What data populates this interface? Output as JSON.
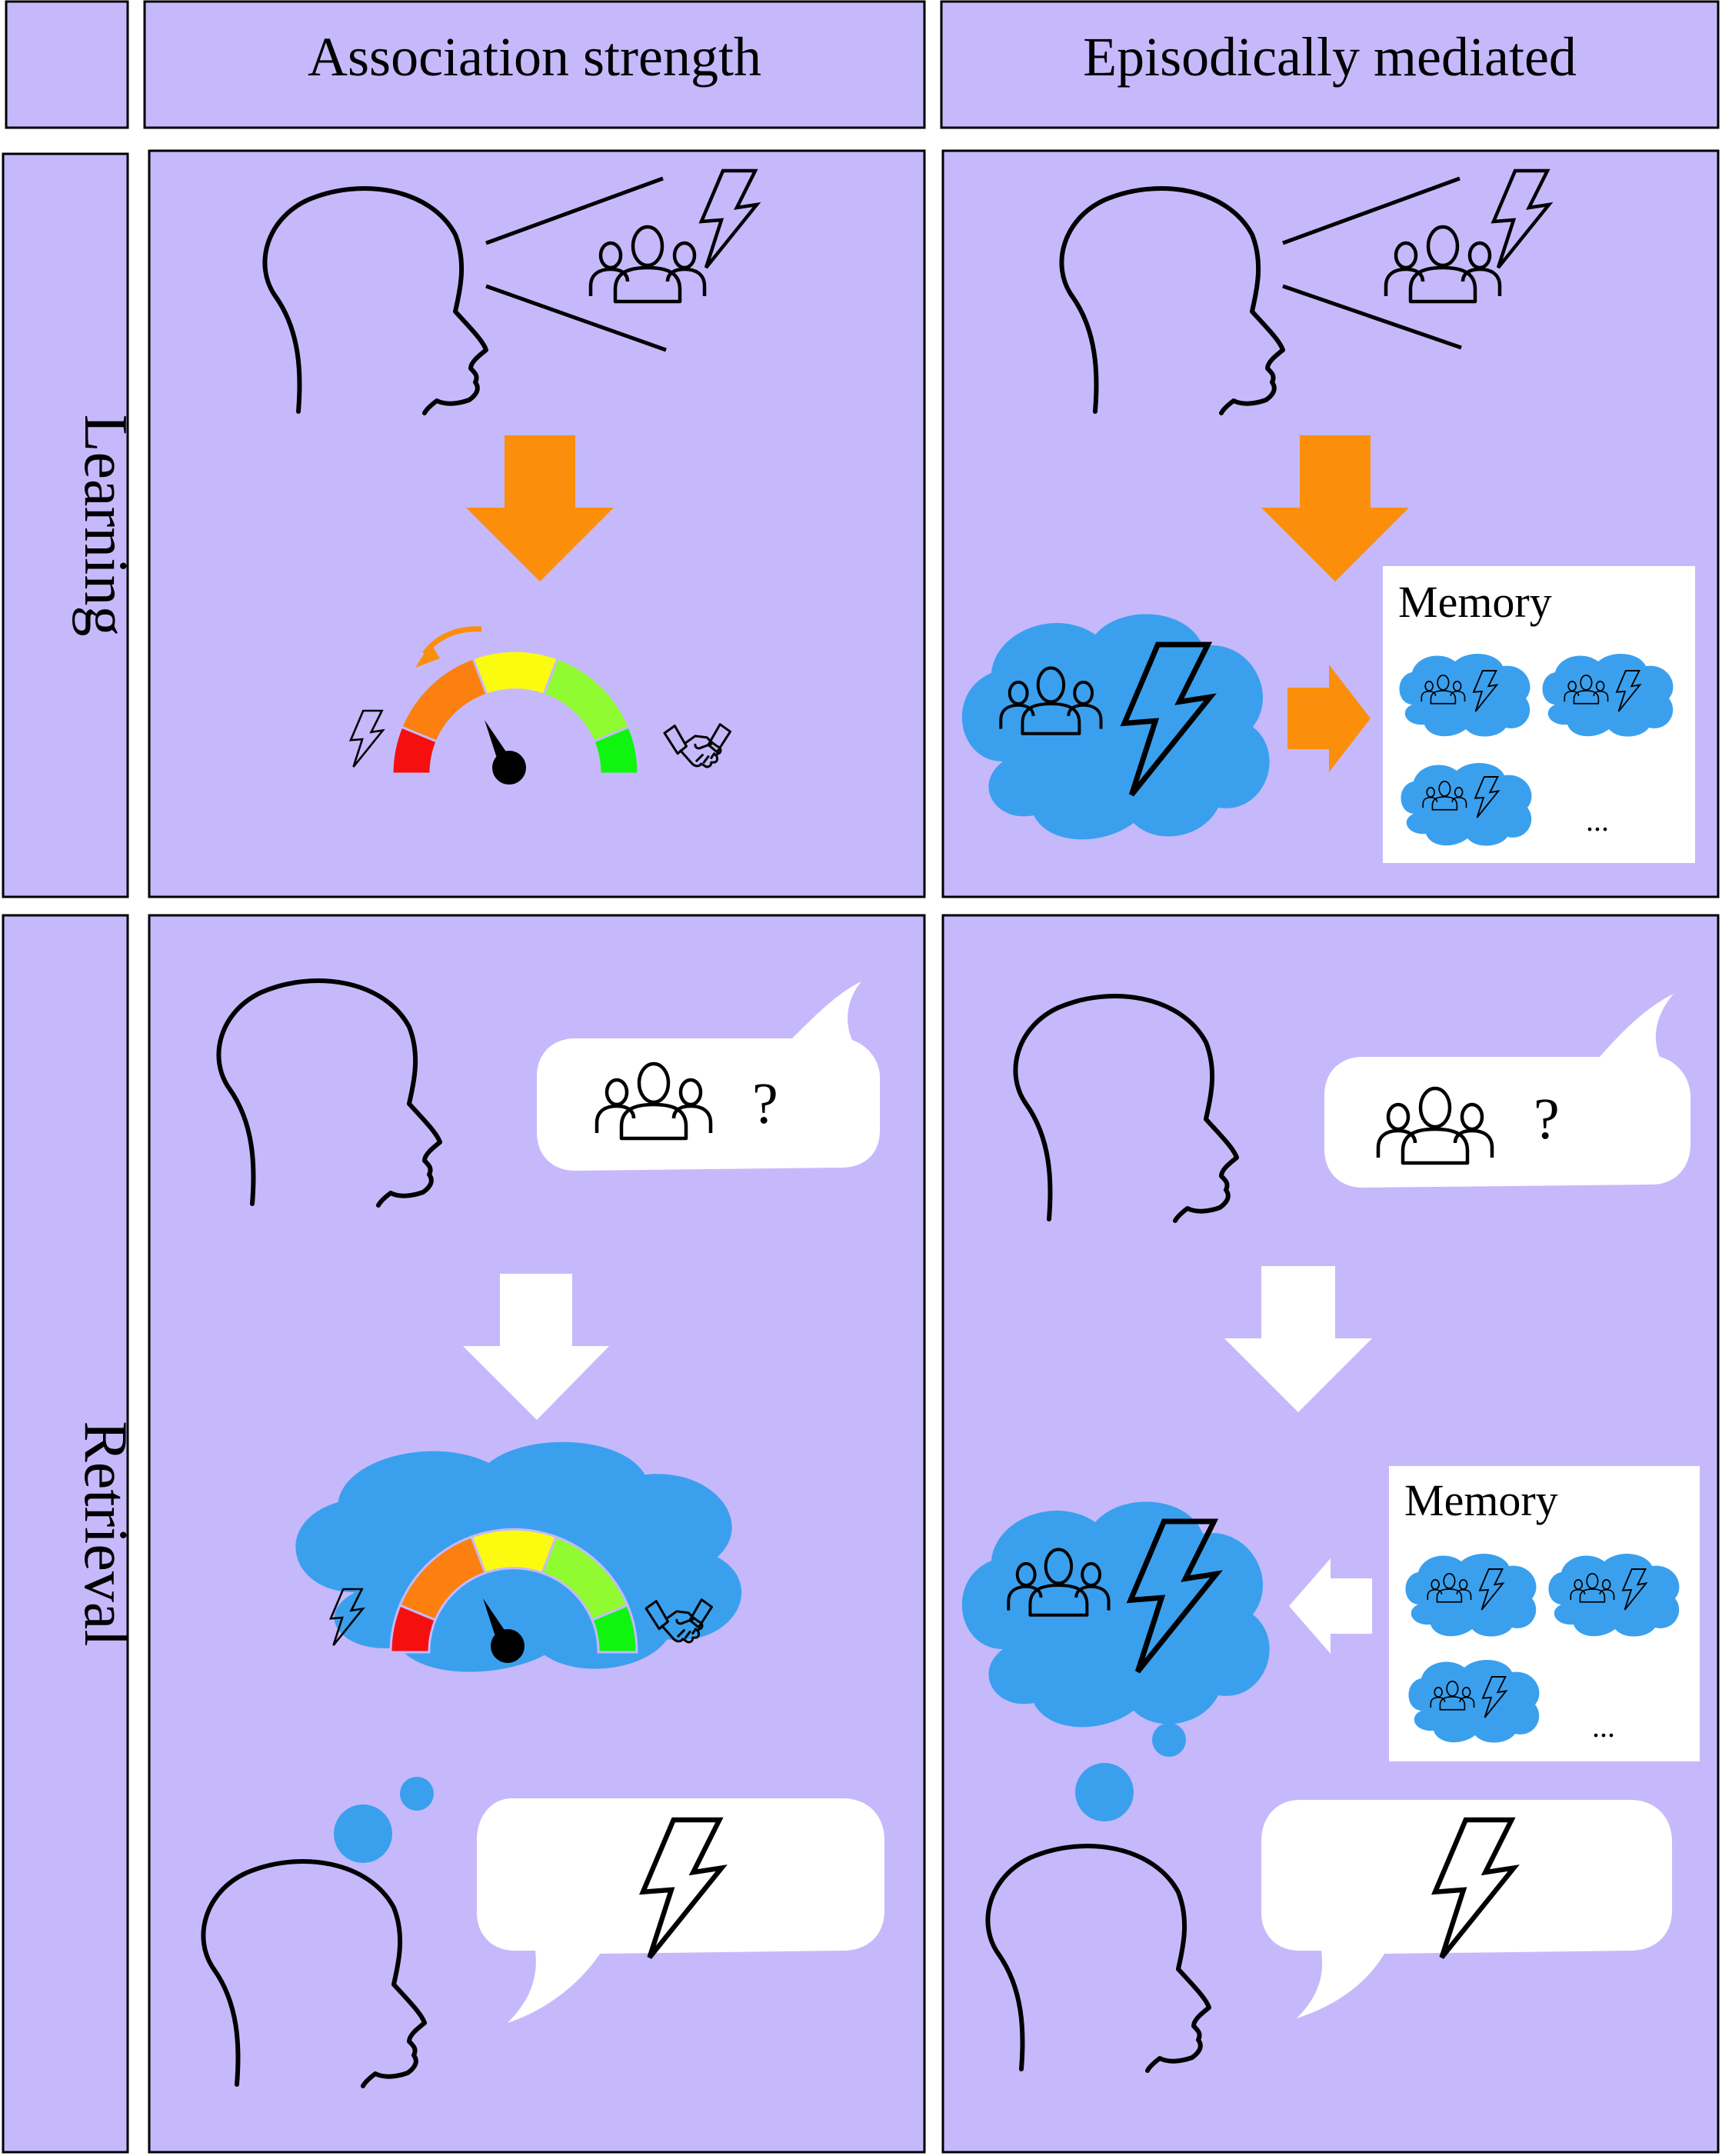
{
  "header": {
    "col1_title": "Association strength",
    "col2_title": "Episodically mediated"
  },
  "rows": {
    "learning_label": "Learning",
    "retrieval_label": "Retrieval"
  },
  "memory": {
    "label_learning": "Memory",
    "label_retrieval": "Memory",
    "ellipsis": "..."
  },
  "speech": {
    "question_mark": "?"
  },
  "colors": {
    "panel_fill": "#c6b9fb",
    "cloud_blue": "#3aa0ee",
    "arrow_orange": "#fb8f0b",
    "arrow_white": "#ffffff",
    "gauge_red": "#f50f0f",
    "gauge_orange": "#fb800f",
    "gauge_yellow": "#fbfb0f",
    "gauge_lightgreen": "#8ffb30",
    "gauge_green": "#0ff50f"
  },
  "icons": [
    "head-silhouette-icon",
    "group-people-icon",
    "lightning-bolt-icon",
    "handshake-icon",
    "gauge-icon",
    "thought-cloud-icon",
    "speech-bubble-icon"
  ]
}
